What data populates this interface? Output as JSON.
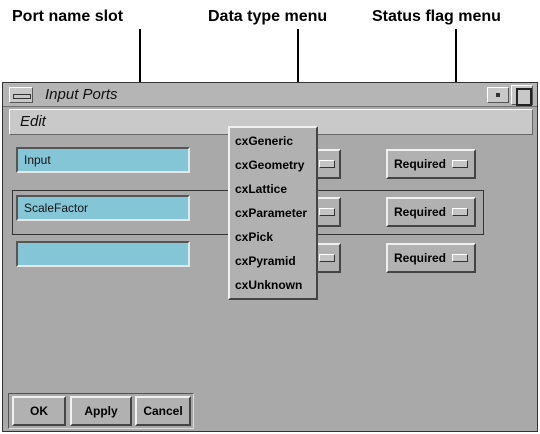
{
  "callouts": {
    "port_name_slot": "Port name slot",
    "data_type_menu": "Data type menu",
    "status_flag_menu": "Status flag menu"
  },
  "window": {
    "title": "Input Ports",
    "menu": {
      "edit": "Edit"
    }
  },
  "ports": [
    {
      "name": "Input",
      "status": "Required"
    },
    {
      "name": "ScaleFactor",
      "status": "Required"
    },
    {
      "name": "",
      "status": "Required"
    }
  ],
  "data_type_menu": {
    "items": [
      "cxGeneric",
      "cxGeometry",
      "cxLattice",
      "cxParameter",
      "cxPick",
      "cxPyramid",
      "cxUnknown"
    ]
  },
  "buttons": {
    "ok": "OK",
    "apply": "Apply",
    "cancel": "Cancel"
  },
  "colors": {
    "field_background": "#85c6d6",
    "panel_background": "#a9a9a9",
    "button_face": "#b1b1b1"
  }
}
